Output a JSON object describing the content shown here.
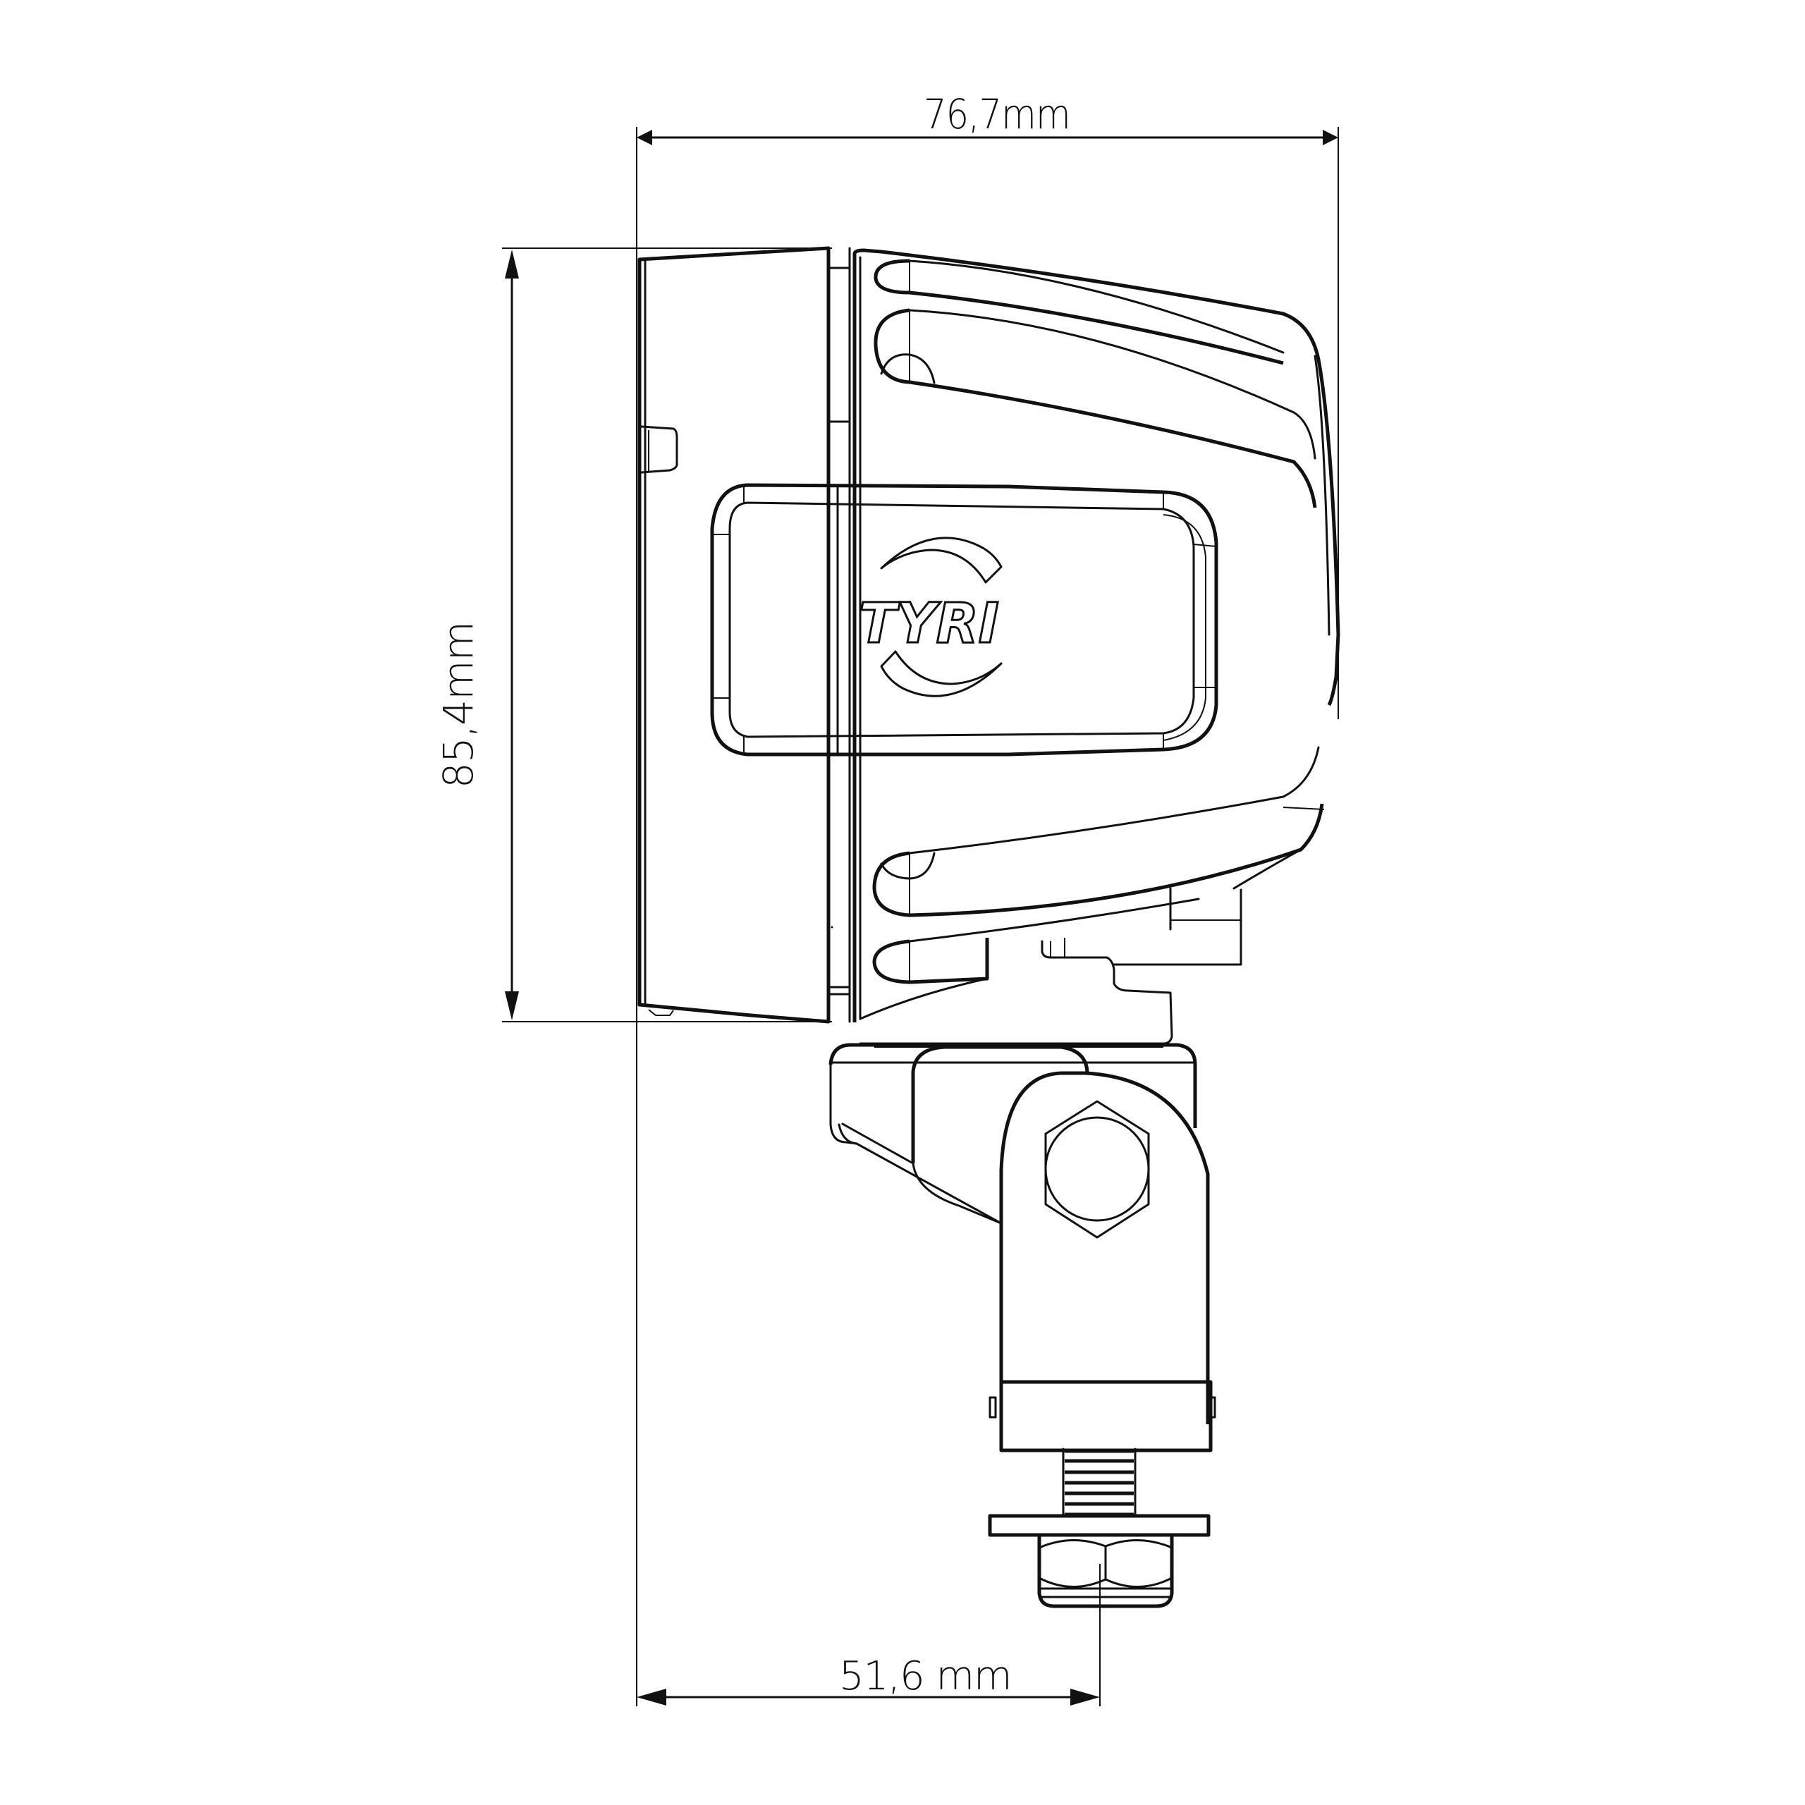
{
  "drawing": {
    "title": "Side view technical drawing of TYRI work light",
    "brand_logo_text": "TYRI",
    "line_color": "#111111",
    "background_color": "#ffffff"
  },
  "dimensions": {
    "overall_width": {
      "label": "76,7mm",
      "value": 76.7,
      "unit": "mm",
      "orientation": "horizontal",
      "position": "top"
    },
    "overall_height": {
      "label": "85,4mm",
      "value": 85.4,
      "unit": "mm",
      "orientation": "vertical",
      "position": "left"
    },
    "bolt_offset": {
      "label": "51,6 mm",
      "value": 51.6,
      "unit": "mm",
      "orientation": "horizontal",
      "position": "bottom"
    }
  },
  "components": [
    {
      "name": "front-lens-bezel"
    },
    {
      "name": "finned-housing"
    },
    {
      "name": "logo-badge"
    },
    {
      "name": "mounting-bracket"
    },
    {
      "name": "hex-pivot-bolt"
    },
    {
      "name": "threaded-stud"
    },
    {
      "name": "washer"
    },
    {
      "name": "hex-nut"
    }
  ]
}
